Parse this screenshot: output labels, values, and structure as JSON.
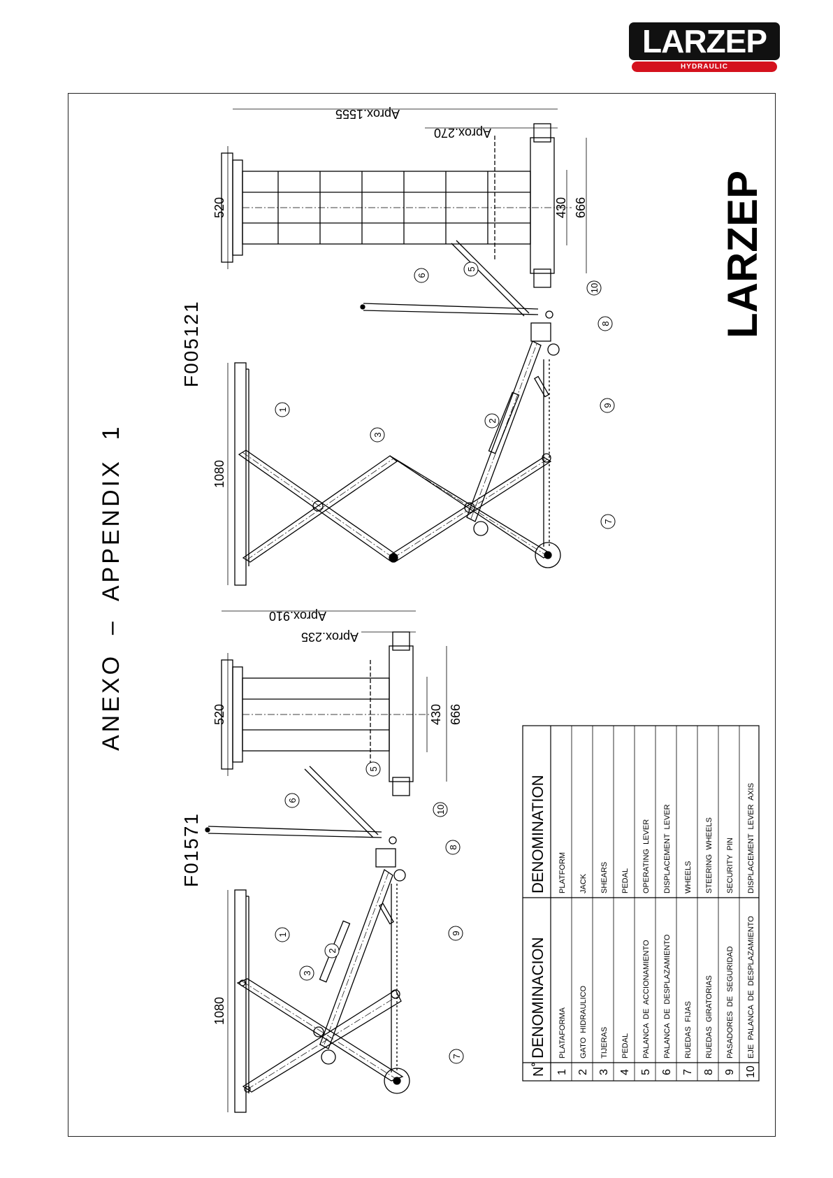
{
  "logo": {
    "brand": "LARZEP",
    "tagline": "HYDRAULIC"
  },
  "drawing": {
    "title": "ANEXO  –  APPENDIX  1",
    "side_brand": "LARZEP",
    "models": [
      {
        "code": "F01571",
        "width_label": "1080",
        "front_width": "520",
        "base_outer": "666",
        "base_inner": "430",
        "min_height": "Aprox.235",
        "max_height": "Aprox.910"
      },
      {
        "code": "F005121",
        "width_label": "1080",
        "front_width": "520",
        "base_outer": "666",
        "base_inner": "430",
        "min_height": "Aprox.270",
        "max_height": "Aprox.1555"
      }
    ],
    "parts_table": {
      "headers": {
        "number": "N˚",
        "es": "DENOMINACION",
        "en": "DENOMINATION"
      },
      "rows": [
        {
          "n": "1",
          "es": "PLATAFORMA",
          "en": "PLATFORM"
        },
        {
          "n": "2",
          "es": "GATO  HIDRAULICO",
          "en": "JACK"
        },
        {
          "n": "3",
          "es": "TIJERAS",
          "en": "SHEARS"
        },
        {
          "n": "4",
          "es": "PEDAL",
          "en": "PEDAL"
        },
        {
          "n": "5",
          "es": "PALANCA  DE  ACCIONAMIENTO",
          "en": "OPERATING  LEVER"
        },
        {
          "n": "6",
          "es": "PALANCA  DE  DESPLAZAMIENTO",
          "en": "DISPLACEMENT  LEVER"
        },
        {
          "n": "7",
          "es": "RUEDAS  FIJAS",
          "en": "WHEELS"
        },
        {
          "n": "8",
          "es": "RUEDAS  GIRATORIAS",
          "en": "STEERING  WHEELS"
        },
        {
          "n": "9",
          "es": "PASADORES  DE  SEGURIDAD",
          "en": "SECURITY  PIN"
        },
        {
          "n": "10",
          "es": "EJE  PALANCA  DE  DESPLAZAMIENTO",
          "en": "DISPLACEMENT  LEVER  AXIS"
        }
      ]
    },
    "balloons": [
      "1",
      "2",
      "3",
      "5",
      "6",
      "7",
      "8",
      "9",
      "10"
    ]
  }
}
